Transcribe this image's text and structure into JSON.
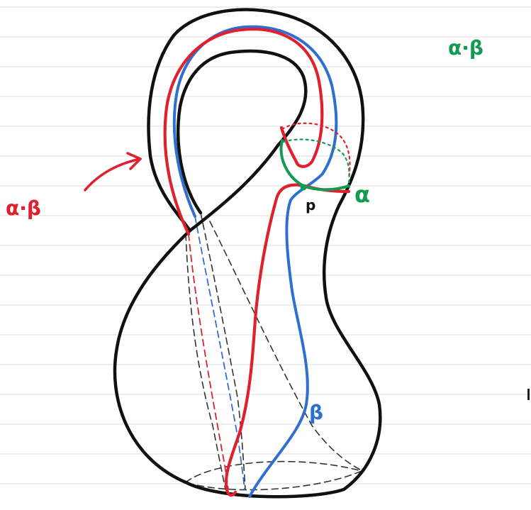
{
  "labels": {
    "top_right": "α·β",
    "left": "α·β",
    "alpha": "α",
    "beta": "β",
    "point": "p"
  },
  "colors": {
    "background": "#ffffff",
    "rule_line": "#dcdcdc",
    "outline": "#111111",
    "hidden_edge": "#333333",
    "red_path": "#e0202c",
    "blue_path": "#2e6fd0",
    "green_path": "#149a52"
  },
  "icons": {
    "arrow": "hand-drawn-curved-arrow"
  }
}
